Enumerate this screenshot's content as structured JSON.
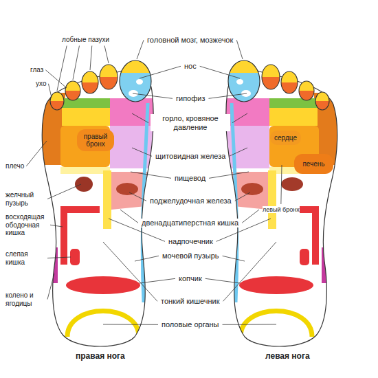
{
  "diagram": {
    "nodes": [
      {
        "text": [
          "правый бронх"
        ]
      },
      {
        "text": [
          "сердце"
        ]
      },
      {
        "text": [
          "печень"
        ]
      }
    ],
    "labels": [
      "лобные пазухи",
      "головной мозг, мозжечок",
      "глаз",
      "нос",
      "ухо",
      "гипофиз",
      "горло, кровяное давление",
      "щитовидная железа",
      "плечо",
      "пищевод",
      "желчный пузырь",
      "поджелудочная железа",
      "левый бронх",
      "восходящая ободочная кишка",
      "двенадцатиперстная кишка",
      "надпочечник",
      "слепая кишка",
      "мочевой пузырь",
      "копчик",
      "колено и ягодицы",
      "тонкий кишечник",
      "половые органы",
      "правая нога",
      "левая нога"
    ]
  }
}
